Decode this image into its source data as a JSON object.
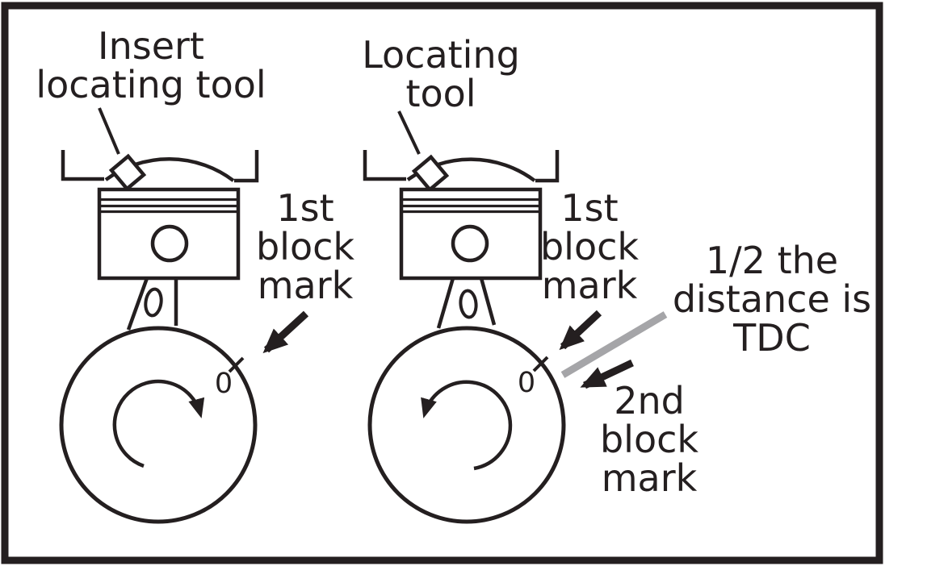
{
  "colors": {
    "ink": "#241f20",
    "leader_gray": "#a5a5a8",
    "background": "#ffffff"
  },
  "labels": {
    "insert_tool": {
      "lines": [
        "Insert",
        "locating tool"
      ]
    },
    "locating_tool": {
      "lines": [
        "Locating",
        "tool"
      ]
    },
    "first_block_mark_left": {
      "lines": [
        "1st",
        "block",
        "mark"
      ]
    },
    "first_block_mark_right": {
      "lines": [
        "1st",
        "block",
        "mark"
      ]
    },
    "half_distance_tdc": {
      "lines": [
        "1/2 the",
        "distance is",
        "TDC"
      ]
    },
    "second_block_mark": {
      "lines": [
        "2nd",
        "block",
        "mark"
      ]
    },
    "zero_mark_left": "0",
    "zero_mark_right": "0"
  }
}
